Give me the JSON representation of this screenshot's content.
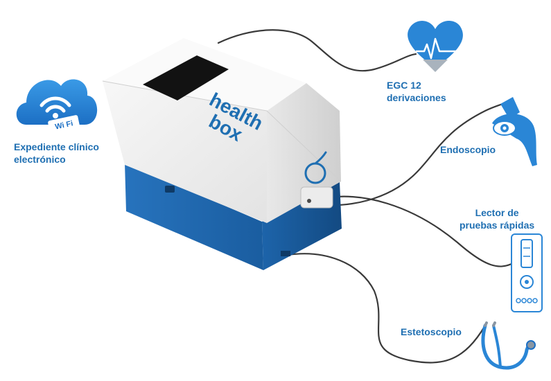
{
  "device": {
    "brand_line1": "health",
    "brand_line2": "box"
  },
  "peripherals": {
    "wifi": {
      "line1": "Expediente clínico",
      "line2": "electrónico",
      "badge": "Wi Fi",
      "icon": "wifi-cloud-icon"
    },
    "ecg": {
      "line1": "EGC 12",
      "line2": "derivaciones",
      "icon": "heart-ecg-icon"
    },
    "endoscope": {
      "line1": "Endoscopio",
      "icon": "endoscope-icon"
    },
    "reader": {
      "line1": "Lector de",
      "line2": "pruebas rápidas",
      "icon": "rapid-test-reader-icon"
    },
    "stethoscope": {
      "line1": "Estetoscopio",
      "icon": "stethoscope-icon"
    }
  },
  "colors": {
    "label_blue": "#1f6fb2",
    "icon_blue": "#2a86d6",
    "device_base": "#1f6db5",
    "device_top": "#f2f2f2",
    "cable": "#3a3a3a"
  }
}
